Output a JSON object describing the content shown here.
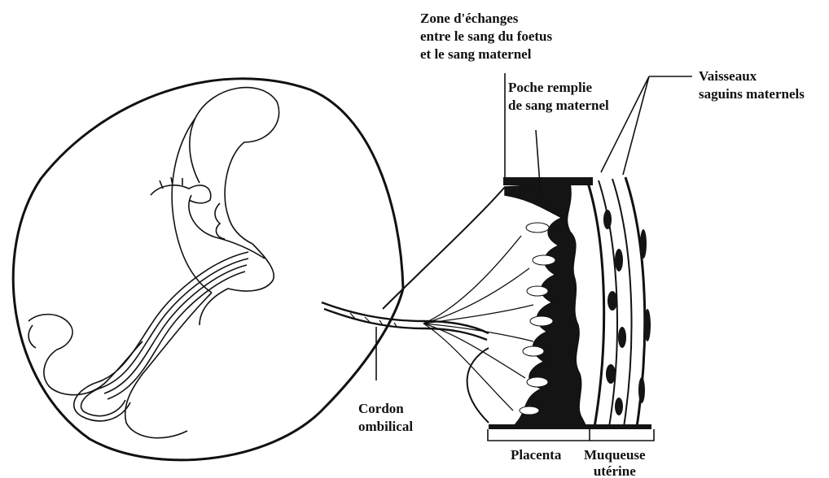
{
  "labels": {
    "zone": [
      "Zone d'échanges",
      "entre le sang du foetus",
      "et le sang maternel"
    ],
    "poche": [
      "Poche remplie",
      "de sang maternel"
    ],
    "vaisseaux": [
      "Vaisseaux",
      "saguins maternels"
    ],
    "cordon": [
      "Cordon",
      "ombilical"
    ],
    "placenta": "Placenta",
    "muqueuse": [
      "Muqueuse",
      "utérine"
    ]
  },
  "colors": {
    "ink": "#111111",
    "background": "#ffffff"
  }
}
